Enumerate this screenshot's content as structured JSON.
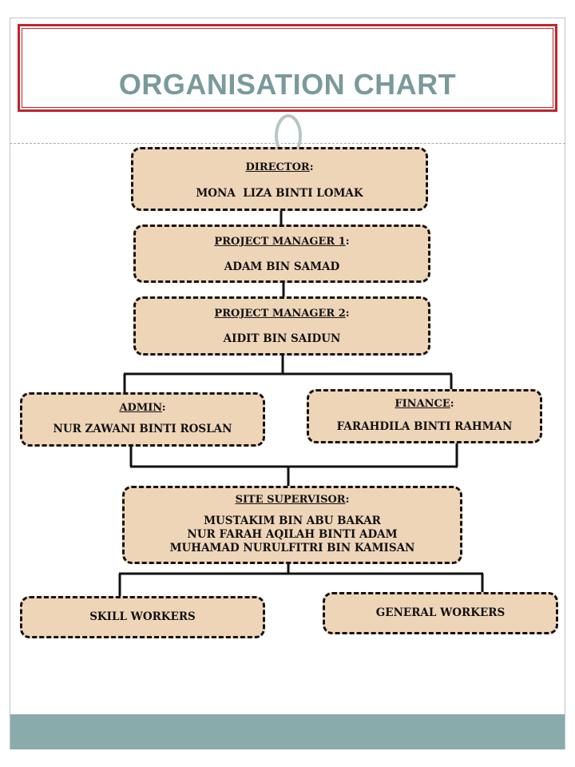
{
  "title": "ORGANISATION CHART",
  "nodes": {
    "director": {
      "role": "DIRECTOR",
      "suffix": ":",
      "names": [
        "MONA  LIZA BINTI LOMAK"
      ]
    },
    "pm1": {
      "role": "PROJECT MANAGER 1",
      "suffix": ":",
      "names": [
        "ADAM BIN SAMAD"
      ]
    },
    "pm2": {
      "role": "PROJECT MANAGER 2",
      "suffix": ":",
      "names": [
        "AIDIT BIN SAIDUN"
      ]
    },
    "admin": {
      "role": "ADMIN",
      "suffix": ":",
      "names": [
        "NUR ZAWANI BINTI ROSLAN"
      ]
    },
    "finance": {
      "role": "FINANCE",
      "suffix": ":",
      "names": [
        "FARAHDILA BINTI RAHMAN"
      ]
    },
    "site_supervisor": {
      "role": "SITE SUPERVISOR",
      "suffix": ":",
      "names": [
        "MUSTAKIM BIN ABU BAKAR",
        "NUR FARAH AQILAH BINTI ADAM",
        "MUHAMAD NURULFITRI BIN KAMISAN"
      ]
    },
    "skill_workers": {
      "label": "SKILL WORKERS"
    },
    "general_workers": {
      "label": "GENERAL WORKERS"
    }
  },
  "colors": {
    "node_fill": "#efd5b8",
    "title_text": "#7a9a9a",
    "title_border": "#c0262c",
    "footer_band": "#8aabab"
  }
}
